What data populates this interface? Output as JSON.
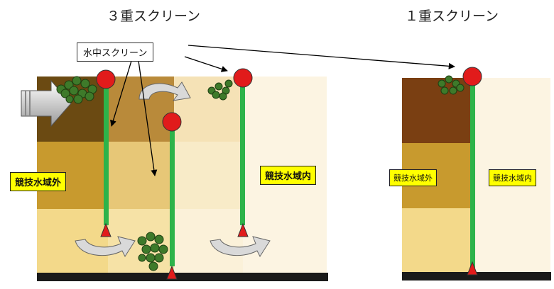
{
  "diagrams": {
    "triple": {
      "title": "３重スクリーン",
      "outside_label": "競技水域外",
      "inside_label": "競技水域内"
    },
    "single": {
      "title": "１重スクリーン",
      "outside_label": "競技水域外",
      "inside_label": "競技水域内"
    }
  },
  "callout": {
    "label": "水中スクリーン"
  },
  "colors": {
    "water_top": "#6b4a12",
    "water_mid": "#c89a2e",
    "water_bottom": "#f3d98a",
    "water_inside": "#fbf1d9",
    "seabed": "#1a1a1a",
    "screen_pole": "#2db34a",
    "float_buoy": "#e11b1b",
    "anchor": "#e11b1b",
    "debris": "#3e7a2a",
    "label_bg": "#ffff00"
  },
  "icons": [
    "inflow-arrow-icon",
    "curved-flow-arrow-icon",
    "float-buoy-icon",
    "anchor-icon",
    "debris-cluster-icon"
  ]
}
